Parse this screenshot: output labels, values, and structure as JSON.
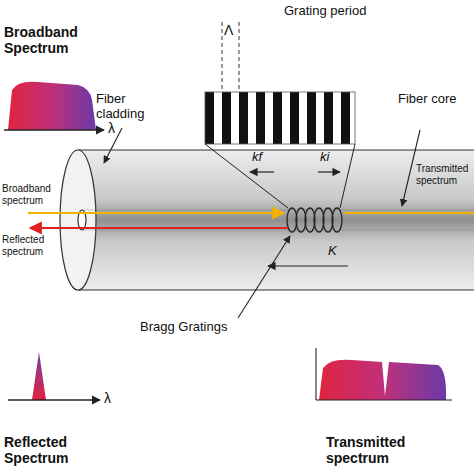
{
  "diagram": {
    "labels": [
      "Broadband Spectrum",
      "λ",
      "Grating period",
      "Λ",
      "Fiber cladding",
      "Fiber core",
      "kf",
      "ki",
      "Broadband spectrum",
      "Reflected spectrum",
      "Transmitted spectrum",
      "K",
      "Bragg Gratings",
      "λ",
      "Reflected Spectrum",
      "Transmitted spectrum"
    ]
  }
}
